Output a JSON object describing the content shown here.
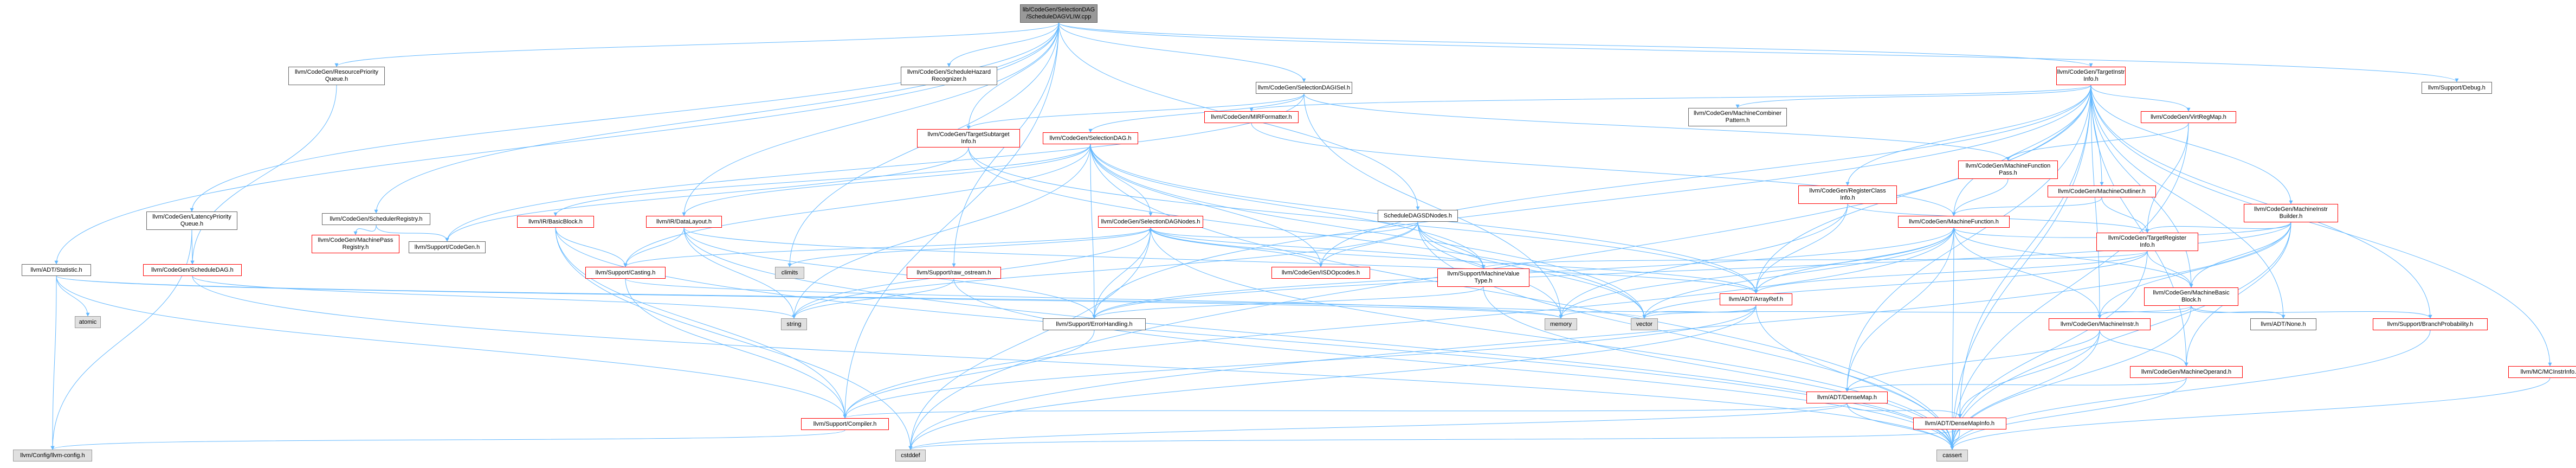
{
  "colors": {
    "edge": "#63b8ff",
    "edge_head": "#63b8ff",
    "border_default": "#666666",
    "border_truncated": "#ff0000",
    "system_fill": "#e0e0e0",
    "root_fill": "#999999"
  },
  "nodes": {
    "root": "lib/CodeGen/SelectionDAG\n/ScheduleDAGVLIW.cpp",
    "resourcePriorityQueue": "llvm/CodeGen/ResourcePriority\nQueue.h",
    "scheduleHazardRecognizer": "llvm/CodeGen/ScheduleHazard\nRecognizer.h",
    "selectionDAGISel": "llvm/CodeGen/SelectionDAGISel.h",
    "targetInstrInfo": "llvm/CodeGen/TargetInstr\nInfo.h",
    "supportDebug": "llvm/Support/Debug.h",
    "latencyPriorityQueue": "llvm/CodeGen/LatencyPriority\nQueue.h",
    "adtStatistic": "llvm/ADT/Statistic.h",
    "atomic": "atomic",
    "scheduleDAG": "llvm/CodeGen/ScheduleDAG.h",
    "llvmConfig": "llvm/Config/llvm-config.h",
    "schedulerRegistry": "llvm/CodeGen/SchedulerRegistry.h",
    "machinePassRegistry": "llvm/CodeGen/MachinePass\nRegistry.h",
    "supportCodeGen": "llvm/Support/CodeGen.h",
    "targetSubtargetInfo": "llvm/CodeGen/TargetSubtarget\nInfo.h",
    "selectionDAG": "llvm/CodeGen/SelectionDAG.h",
    "irBasicBlock": "llvm/IR/BasicBlock.h",
    "irDataLayout": "llvm/IR/DataLayout.h",
    "selectionDAGNodes": "llvm/CodeGen/SelectionDAGNodes.h",
    "scheduleDAGSDNodes": "ScheduleDAGSDNodes.h",
    "climits": "climits",
    "supportCasting": "llvm/Support/Casting.h",
    "supportRawOstream": "llvm/Support/raw_ostream.h",
    "isdOpcodes": "llvm/CodeGen/ISDOpcodes.h",
    "machineValueType": "llvm/Support/MachineValue\nType.h",
    "string": "string",
    "supportErrorHandling": "llvm/Support/ErrorHandling.h",
    "memory": "memory",
    "vector": "vector",
    "adtArrayRef": "llvm/ADT/ArrayRef.h",
    "mirFormatter": "llvm/CodeGen/MIRFormatter.h",
    "machineCombinerPattern": "llvm/CodeGen/MachineCombiner\nPattern.h",
    "machineFunctionPass": "llvm/CodeGen/MachineFunction\nPass.h",
    "registerClassInfo": "llvm/CodeGen/RegisterClass\nInfo.h",
    "virtRegMap": "llvm/CodeGen/VirtRegMap.h",
    "machineOutliner": "llvm/CodeGen/MachineOutliner.h",
    "machineFunction": "llvm/CodeGen/MachineFunction.h",
    "machineInstrBuilder": "llvm/CodeGen/MachineInstr\nBuilder.h",
    "targetRegisterInfo": "llvm/CodeGen/TargetRegister\nInfo.h",
    "machineBasicBlock": "llvm/CodeGen/MachineBasic\nBlock.h",
    "machineInstr": "llvm/CodeGen/MachineInstr.h",
    "adtNone": "llvm/ADT/None.h",
    "branchProbability": "llvm/Support/BranchProbability.h",
    "machineOperand": "llvm/CodeGen/MachineOperand.h",
    "adtDenseMap": "llvm/ADT/DenseMap.h",
    "mcInstrInfo": "llvm/MC/MCInstrInfo.h",
    "supportCompiler": "llvm/Support/Compiler.h",
    "denseMapInfo": "llvm/ADT/DenseMapInfo.h",
    "cstddef": "cstddef",
    "cassert": "cassert"
  }
}
